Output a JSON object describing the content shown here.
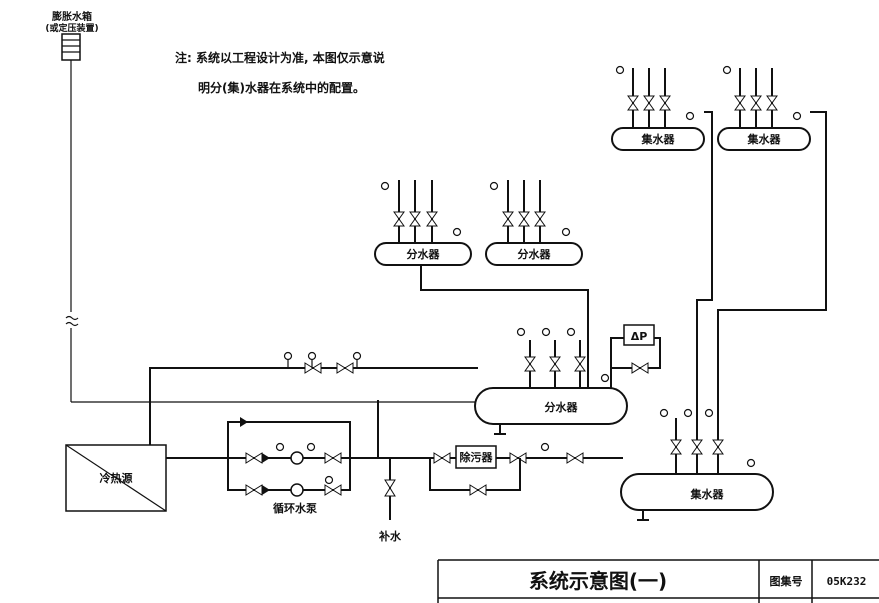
{
  "labels": {
    "expansion_tank_line1": "膨胀水箱",
    "expansion_tank_line2": "(或定压装置)",
    "note_line1": "注: 系统以工程设计为准, 本图仅示意说",
    "note_line2": "明分(集)水器在系统中的配置。",
    "collector_top_left": "集水器",
    "collector_top_right": "集水器",
    "distributor_mid_left": "分水器",
    "distributor_mid_right": "分水器",
    "distributor_main": "分水器",
    "collector_main": "集水器",
    "chiller": "冷热源",
    "pump_label": "循环水泵",
    "filter": "除污器",
    "makeup_water": "补水",
    "delta_p": "ΔP"
  },
  "title_block": {
    "title": "系统示意图(一)",
    "atlas_label": "图集号",
    "atlas_code": "05K232"
  }
}
